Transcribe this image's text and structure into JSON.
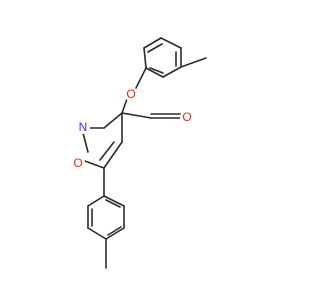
{
  "molecule": {
    "atoms": [
      {
        "id": "ester_o",
        "symbol": "O",
        "color": "#e8291c"
      },
      {
        "id": "carbonyl_o",
        "symbol": "O",
        "color": "#e8291c"
      },
      {
        "id": "ring_n",
        "symbol": "N",
        "color": "#2b3cff"
      },
      {
        "id": "ring_o",
        "symbol": "O",
        "color": "#e8291c"
      }
    ],
    "bond_color": "#2b2b2b"
  }
}
